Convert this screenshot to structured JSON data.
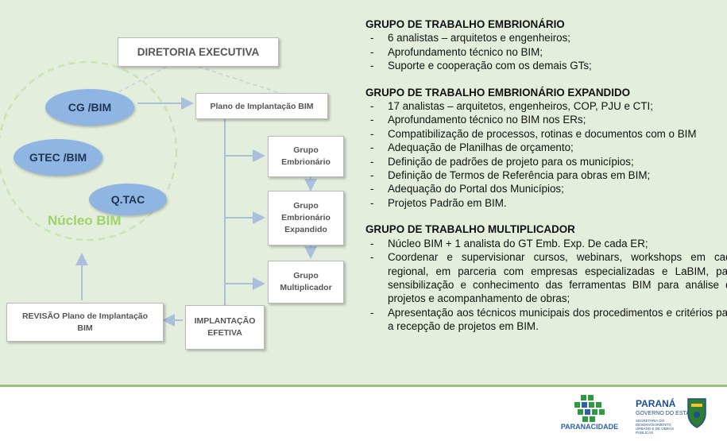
{
  "diagram": {
    "diretoria": "DIRETORIA EXECUTIVA",
    "plano": "Plano de Implantação BIM",
    "grupo_embrionario": "Grupo Embrionário",
    "grupo_expandido": "Grupo Embrionário Expandido",
    "grupo_multiplicador": "Grupo Multiplicador",
    "revisao": "REVISÃO Plano de Implantação BIM",
    "implantacao": "IMPLANTAÇÃO EFETIVA",
    "cg_bim": "CG /BIM",
    "gtec_bim": "GTEC /BIM",
    "qtac": "Q.TAC",
    "nucleo": "Núcleo BIM"
  },
  "groups": [
    {
      "title": "GRUPO DE TRABALHO EMBRIONÁRIO",
      "items": [
        "6 analistas – arquitetos e engenheiros;",
        "Aprofundamento técnico no BIM;",
        "Suporte e cooperação com os demais GTs;"
      ]
    },
    {
      "title": "GRUPO DE TRABALHO EMBRIONÁRIO EXPANDIDO",
      "items": [
        "17 analistas – arquitetos, engenheiros, COP, PJU e CTI;",
        "Aprofundamento técnico no BIM nos ERs;",
        "Compatibilização de processos, rotinas e documentos com o BIM",
        "Adequação de Planilhas de orçamento;",
        "Definição de padrões de projeto para os municípios;",
        "Definição de Termos de Referência para obras em BIM;",
        "Adequação do Portal dos Municípios;",
        "Projetos Padrão em BIM."
      ]
    },
    {
      "title": "GRUPO DE TRABALHO MULTIPLICADOR",
      "items": [
        "Núcleo BIM + 1 analista do GT Emb. Exp. De cada ER;",
        "Coordenar e supervisionar cursos, webinars, workshops em cada regional, em parceria com empresas especializadas e LaBIM, para sensibilização e conhecimento das ferramentas BIM para análise de projetos e acompanhamento de obras;",
        "Apresentação aos técnicos municipais dos procedimentos e critérios para a recepção de projetos em BIM."
      ]
    }
  ],
  "logos": {
    "paranacidade": "PARANACIDADE",
    "parana_title": "PARANÁ",
    "parana_sub": "GOVERNO DO ESTADO",
    "parana_tiny": "SECRETARIA DO DESENVOLVIMENTO URBANO E DE OBRAS PÚBLICAS"
  },
  "colors": {
    "panel_bg": "#e3efdc",
    "ellipse": "#8fb5e3",
    "nucleo_green": "#9ed36b",
    "connector": "#a9bfdc"
  }
}
